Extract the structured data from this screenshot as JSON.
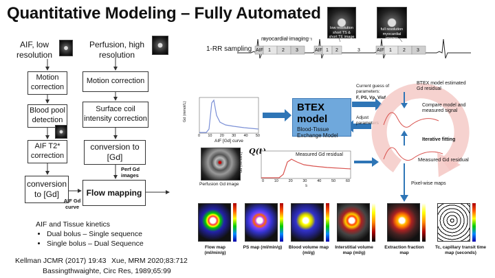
{
  "title": "Quantitative Modeling – Fully Automated",
  "flow": {
    "aif_header": "AIF, low resolution",
    "perf_header": "Perfusion, high resolution",
    "aif_steps": [
      "Motion correction",
      "Blood pool detection",
      "AIF T2* correction",
      "conversion to [Gd]"
    ],
    "perf_steps": [
      "Motion correction",
      "Surface coil intensity correction",
      "conversion to [Gd]"
    ],
    "perf_gd_images": "Perf Gd images",
    "flow_mapping": "Flow mapping",
    "aif_gd_curve": "AIF Gd curve"
  },
  "kinetics": {
    "title": "AIF and Tissue kinetics",
    "bullets": [
      "Dual bolus – Single sequence",
      "Single bolus – Dual Sequence"
    ]
  },
  "refs": {
    "r1": "Kellman JCMR (2017) 19:43",
    "r2": "Xue, MRM 2020;83:712",
    "r3": "Bassingthwaighte, Circ Res, 1989;65:99"
  },
  "sampling": {
    "label": "1-RR sampling",
    "myo": "myocardial imaging",
    "cells": [
      "AIF",
      "1",
      "2",
      "3"
    ],
    "low_res": "low resolution short TS & short TE image",
    "full_res": "full resolution myocardial images"
  },
  "btex": {
    "title": "BTEX model",
    "subtitle": "Blood-Tissue Exchange Model",
    "guess_label": "Current guess of parameters:",
    "params": "F, PS, Vp, Visf",
    "adjust": "Adjust parameters",
    "estimated": "BTEX model estimated Gd residual",
    "compare": "Compare model and measured signal",
    "iterative": "Iterative fitting",
    "measured_right": "Measured Gd residual",
    "pixelwise": "Pixel-wise maps"
  },
  "plots": {
    "aif_xlabel": "AIF [Gd] curve",
    "aif_ylabel": "Gd (mmol/L)",
    "aif_xticks": [
      "0",
      "10",
      "20",
      "30",
      "40",
      "50"
    ],
    "res_xlabel": "s",
    "res_ylabel": "Gd (mmol/L)",
    "res_xticks": [
      "0",
      "10",
      "20",
      "30",
      "40",
      "50",
      "60"
    ],
    "res_title": "Measured Gd residual",
    "q_label": "Q(t)",
    "perf_caption": "Perfusion Gd image"
  },
  "maps": [
    {
      "caption": "Flow map (ml/min/g)"
    },
    {
      "caption": "PS map (ml/min/g)"
    },
    {
      "caption": "Blood volume map (ml/g)"
    },
    {
      "caption": "Interstitial volume map (ml/g)"
    },
    {
      "caption": "Extraction fraction map"
    },
    {
      "caption": "Tc, capillary transit time map (seconds)"
    }
  ],
  "colors": {
    "btex_box": "#6fa8dc",
    "arrow_blue": "#2e75b6",
    "cycle_arrow": "#f4c7c3",
    "curve_red": "#d9534f",
    "aif_curve": "#7a8fd6"
  }
}
